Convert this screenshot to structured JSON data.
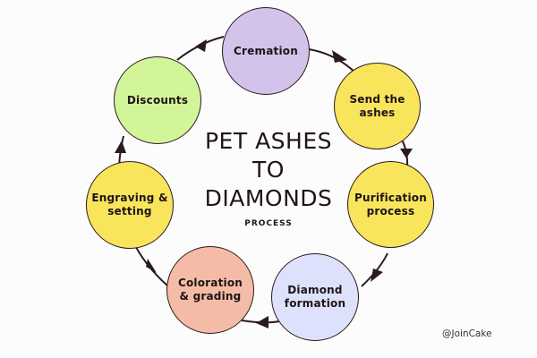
{
  "title": "PET ASHES\nTO\nDIAMONDS",
  "subtitle": "PROCESS",
  "credit": "@JoinCake",
  "colors": {
    "purple": "#d3c2ea",
    "yellow": "#f8e55c",
    "blue": "#dde1fb",
    "peach": "#f4bca6",
    "green": "#d3f59a",
    "outline": "#2b1a1f"
  },
  "steps": [
    {
      "label": "Cremation",
      "color": "#d3c2ea"
    },
    {
      "label": "Send the\nashes",
      "color": "#f8e55c"
    },
    {
      "label": "Purification\nprocess",
      "color": "#f8e55c"
    },
    {
      "label": "Diamond\nformation",
      "color": "#dde1fb"
    },
    {
      "label": "Coloration\n& grading",
      "color": "#f4bca6"
    },
    {
      "label": "Engraving  &\nsetting",
      "color": "#f8e55c"
    },
    {
      "label": "Discounts",
      "color": "#d3f59a"
    }
  ]
}
